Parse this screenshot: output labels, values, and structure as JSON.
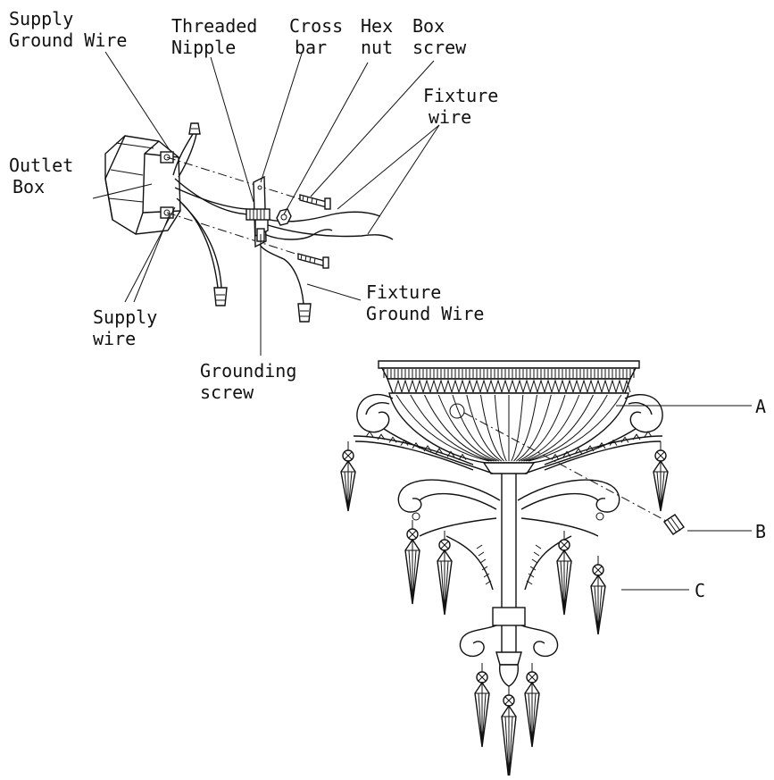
{
  "labels": {
    "supply_ground_wire": [
      "Supply",
      "Ground Wire"
    ],
    "threaded_nipple": [
      "Threaded",
      "Nipple"
    ],
    "cross_bar": [
      "Cross",
      "bar"
    ],
    "hex_nut": [
      "Hex",
      "nut"
    ],
    "box_screw": [
      "Box",
      "screw"
    ],
    "fixture_wire": [
      "Fixture",
      "wire"
    ],
    "outlet_box": [
      "Outlet",
      "Box"
    ],
    "supply_wire": [
      "Supply",
      "wire"
    ],
    "fixture_ground_wire": [
      "Fixture",
      "Ground Wire"
    ],
    "grounding_screw": [
      "Grounding",
      "screw"
    ],
    "part_a": "A",
    "part_b": "B",
    "part_c": "C"
  }
}
